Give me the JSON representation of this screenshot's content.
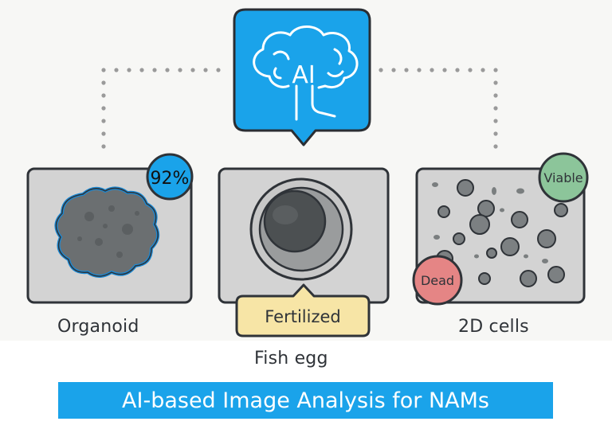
{
  "ai_badge": {
    "text": "AI"
  },
  "panels": {
    "organoid": {
      "label": "Organoid",
      "score": "92%"
    },
    "fish_egg": {
      "label": "Fish egg",
      "status": "Fertilized"
    },
    "cells": {
      "label": "2D cells",
      "viable": "Viable",
      "dead": "Dead"
    }
  },
  "title": "AI-based Image Analysis for NAMs",
  "colors": {
    "accent_blue": "#1aa3ea",
    "viable_green": "#8cc59a",
    "dead_red": "#e58585",
    "fertilized_yellow": "#f7e5a6"
  }
}
